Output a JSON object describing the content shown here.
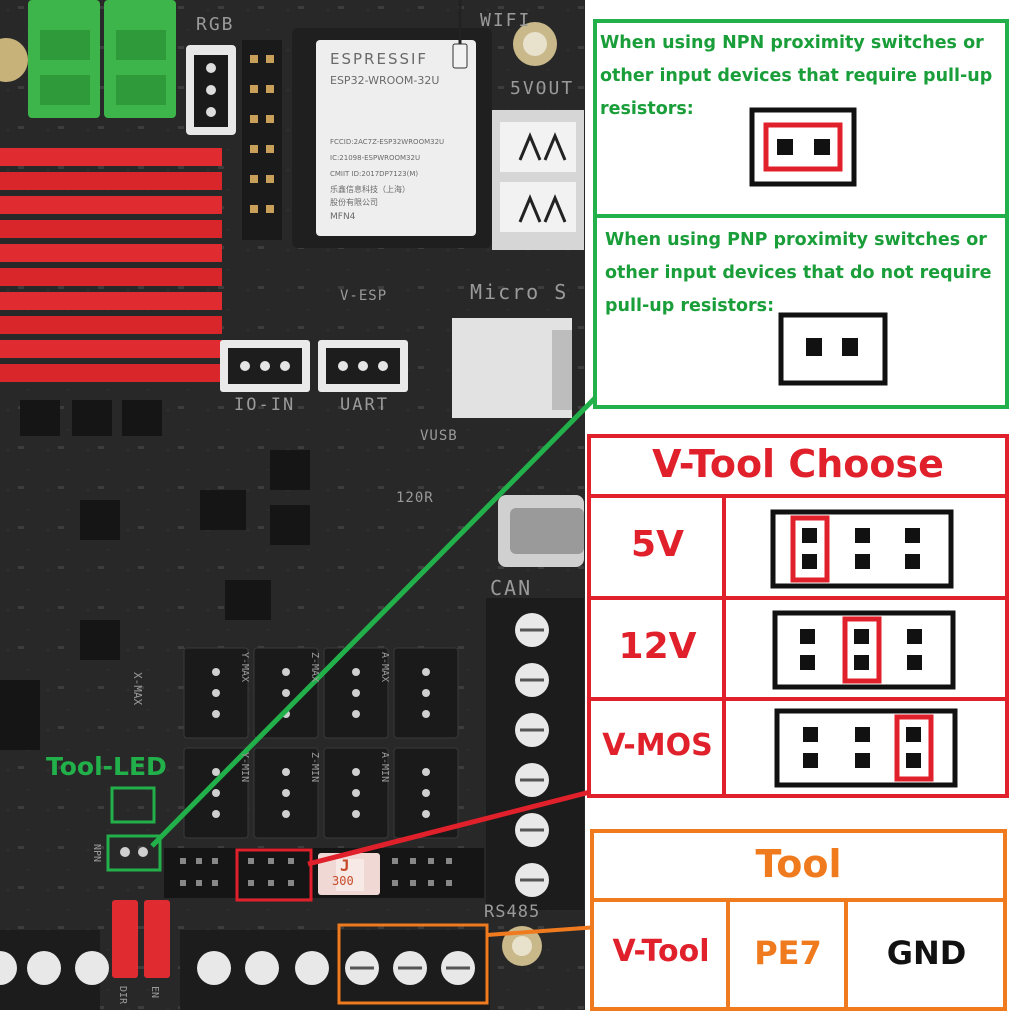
{
  "npn_box": {
    "text": "When using NPN proximity switches or other input devices that require pull-up resistors:"
  },
  "pnp_box": {
    "text": "When using PNP proximity switches or other input devices that do not require pull-up resistors:"
  },
  "vtool_table": {
    "title": "V-Tool Choose",
    "rows": [
      "5V",
      "12V",
      "V-MOS"
    ]
  },
  "tool_table": {
    "title": "Tool",
    "cells": [
      "V-Tool",
      "PE7",
      "GND"
    ]
  },
  "board_labels": {
    "rgb": "RGB",
    "wifi": "WIFI",
    "v5out": "5VOUT",
    "micro_sd": "Micro S",
    "v_esp": "V-ESP",
    "io_in": "IO-IN",
    "uart": "UART",
    "vusb": "VUSB",
    "can": "CAN",
    "r120": "120R",
    "rs485": "RS485",
    "tool_led": "Tool-LED",
    "npn": "NPN",
    "j300": "300",
    "j_letter": "J",
    "x_max": "X-MAX",
    "y_max": "Y-MAX",
    "z_max": "Z-MAX",
    "a_max": "A-MAX",
    "y_min": "Y-MIN",
    "z_min": "Z-MIN",
    "a_min": "A-MIN",
    "dir": "DIR",
    "en": "EN"
  },
  "esp_module": {
    "brand": "ESPRESSIF",
    "model": "ESP32-WROOM-32U",
    "line1": "FCCID:2AC7Z-ESP32WROOM32U",
    "line2": "IC:21098-ESPWROOM32U",
    "line3": "CMIIT ID:2017DP7123(M)",
    "line4": "乐鑫信息科技（上海）",
    "line5": "股份有限公司",
    "code": "MFN4"
  },
  "colors": {
    "green": "#1a9e3a",
    "red": "#e0202a",
    "orange": "#f07a1e",
    "board": "#2b2b2b",
    "heatsink": "#e02b30"
  }
}
